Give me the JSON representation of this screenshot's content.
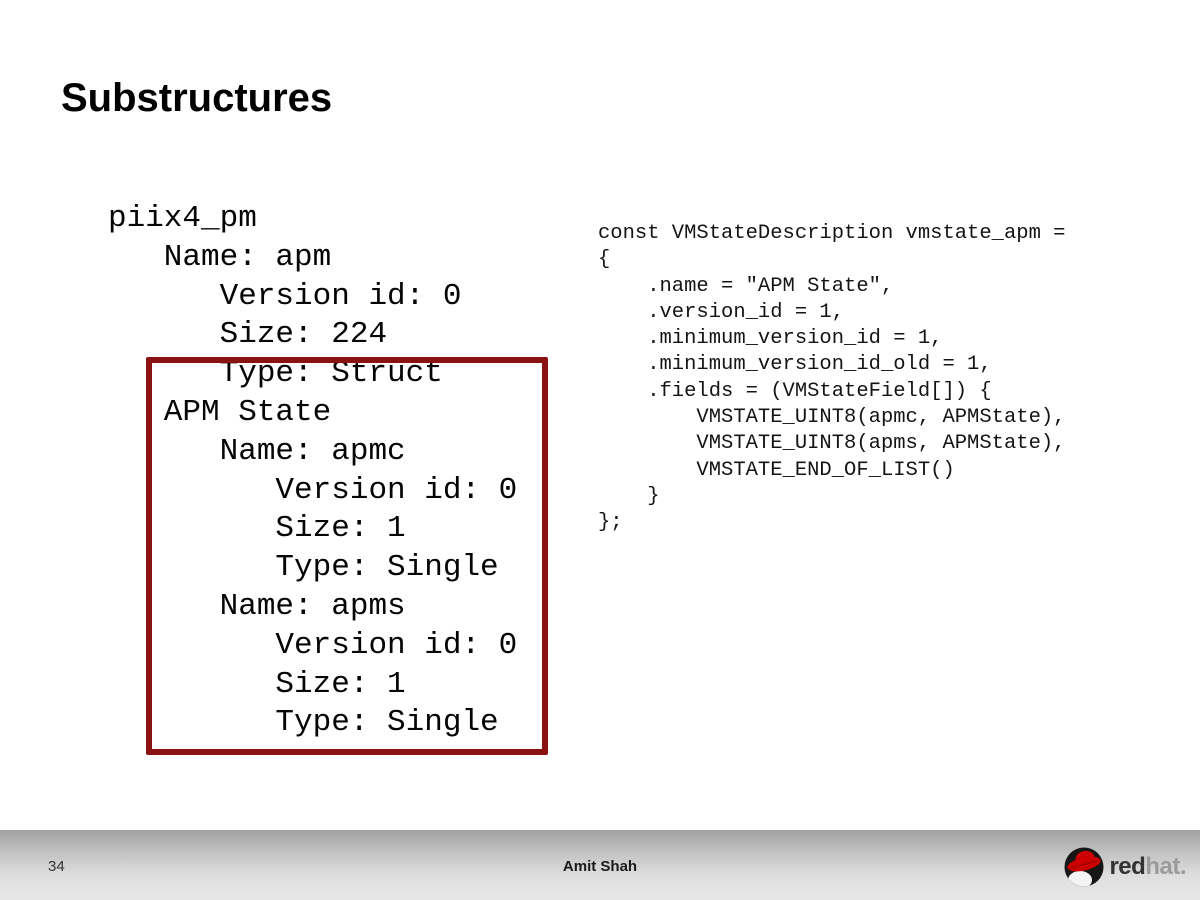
{
  "page": {
    "title": "Substructures",
    "page_number": "34",
    "author": "Amit Shah"
  },
  "tree_panel": {
    "text": "piix4_pm\n   Name: apm\n      Version id: 0\n      Size: 224\n      Type: Struct\n   APM State\n      Name: apmc\n         Version id: 0\n         Size: 1\n         Type: Single\n      Name: apms\n         Version id: 0\n         Size: 1\n         Type: Single"
  },
  "code_panel": {
    "text": "const VMStateDescription vmstate_apm =\n{\n    .name = \"APM State\",\n    .version_id = 1,\n    .minimum_version_id = 1,\n    .minimum_version_id_old = 1,\n    .fields = (VMStateField[]) {\n        VMSTATE_UINT8(apmc, APMState),\n        VMSTATE_UINT8(apms, APMState),\n        VMSTATE_END_OF_LIST()\n    }\n};"
  },
  "logo": {
    "red": "red",
    "hat": "hat",
    "dot": "."
  },
  "colors": {
    "highlight_border": "#8b1212",
    "logo_hat_red": "#cc0000",
    "footer_gradient_top": "#a2a2a2",
    "footer_gradient_bottom": "#e7e7e7"
  }
}
